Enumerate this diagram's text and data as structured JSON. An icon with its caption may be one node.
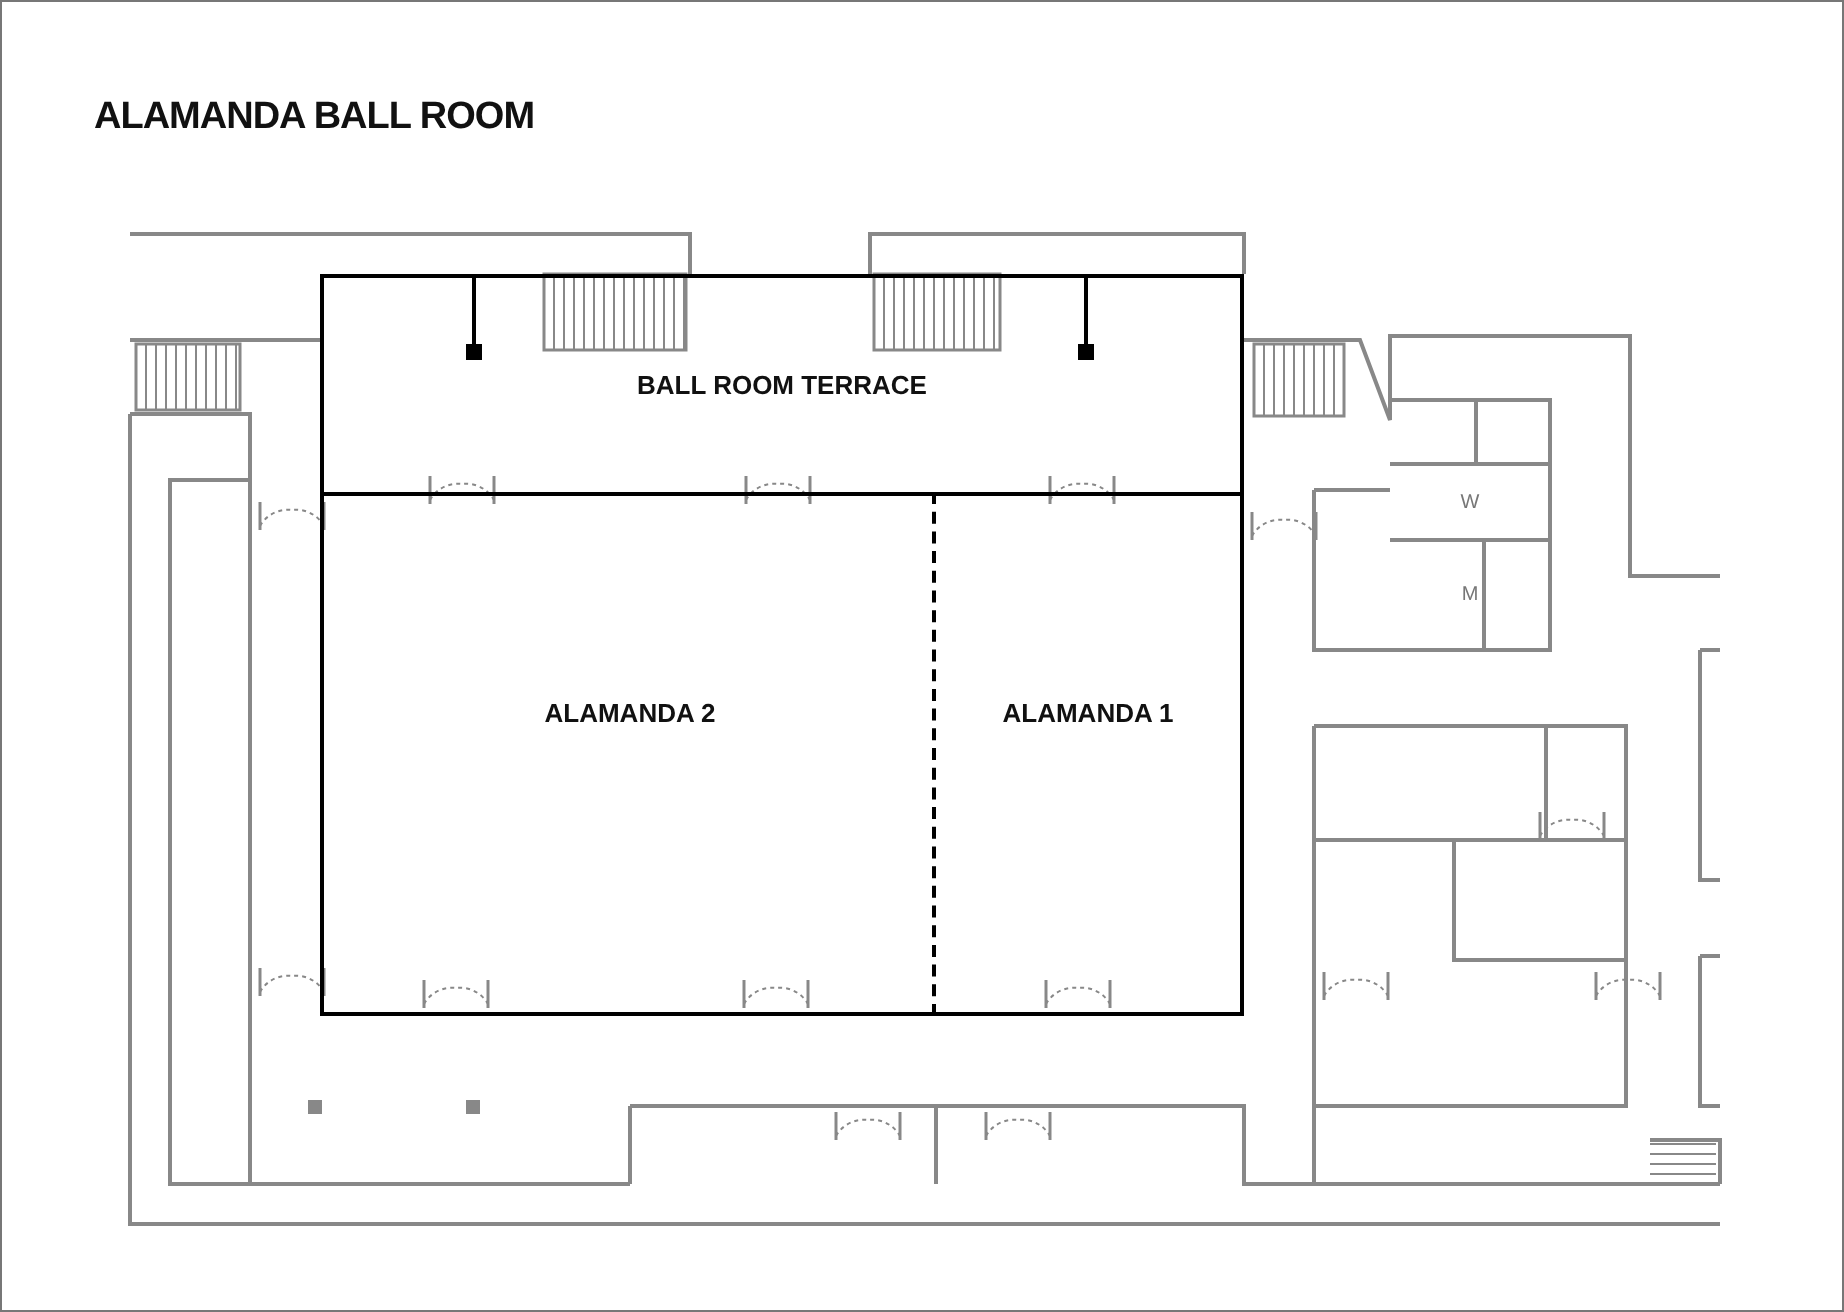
{
  "diagram": {
    "title": "ALAMANDA BALL ROOM",
    "nodes": [
      {
        "text": [
          "BALL ROOM TERRACE"
        ]
      },
      {
        "text": [
          "ALAMANDA 2"
        ]
      },
      {
        "text": [
          "ALAMANDA 1"
        ]
      },
      {
        "text": [
          "W"
        ]
      },
      {
        "text": [
          "M"
        ]
      }
    ],
    "edges": []
  }
}
